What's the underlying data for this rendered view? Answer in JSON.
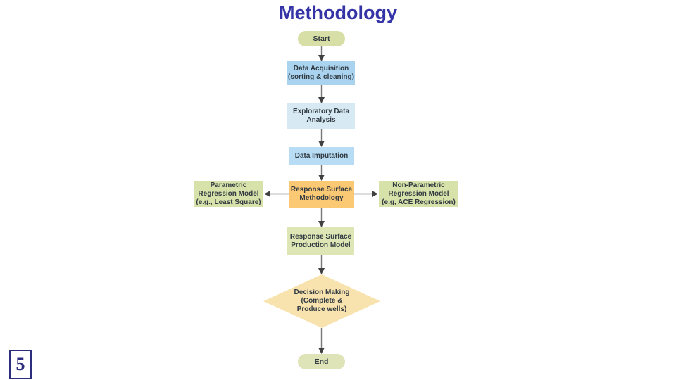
{
  "slide": {
    "title": "Methodology",
    "page_number": "5"
  },
  "colors": {
    "title_text": "#3434a6",
    "page_number_border": "#2d2d7e",
    "arrow_line": "#787878",
    "arrow_head": "#404040",
    "node_text": "#323a42"
  },
  "flowchart": {
    "nodes": {
      "start": {
        "label": "Start",
        "shape": "terminator",
        "fill": "#d8dfa6"
      },
      "acquisition": {
        "label": "Data Acquisition\n(sorting & cleaning)",
        "shape": "process",
        "fill": "#a9d3ee"
      },
      "eda": {
        "label": "Exploratory Data\nAnalysis",
        "shape": "process",
        "fill": "#d7eaf3"
      },
      "imputation": {
        "label": "Data Imputation",
        "shape": "process",
        "fill": "#b7dcf3"
      },
      "rsm": {
        "label": "Response Surface\nMethodology",
        "shape": "process",
        "fill": "#fbc873"
      },
      "parametric": {
        "label": "Parametric\nRegression Model\n(e.g., Least Square)",
        "shape": "process",
        "fill": "#d6e2a9"
      },
      "nonparametric": {
        "label": "Non-Parametric\nRegression Model\n(e.g, ACE Regression)",
        "shape": "process",
        "fill": "#d6e2a9"
      },
      "production": {
        "label": "Response Surface\nProduction Model",
        "shape": "process",
        "fill": "#dde6b4"
      },
      "decision": {
        "label": "Decision Making\n(Complete &\nProduce wells)",
        "shape": "decision",
        "fill": "#f8e3af"
      },
      "end": {
        "label": "End",
        "shape": "terminator",
        "fill": "#dfe4b8"
      }
    }
  }
}
